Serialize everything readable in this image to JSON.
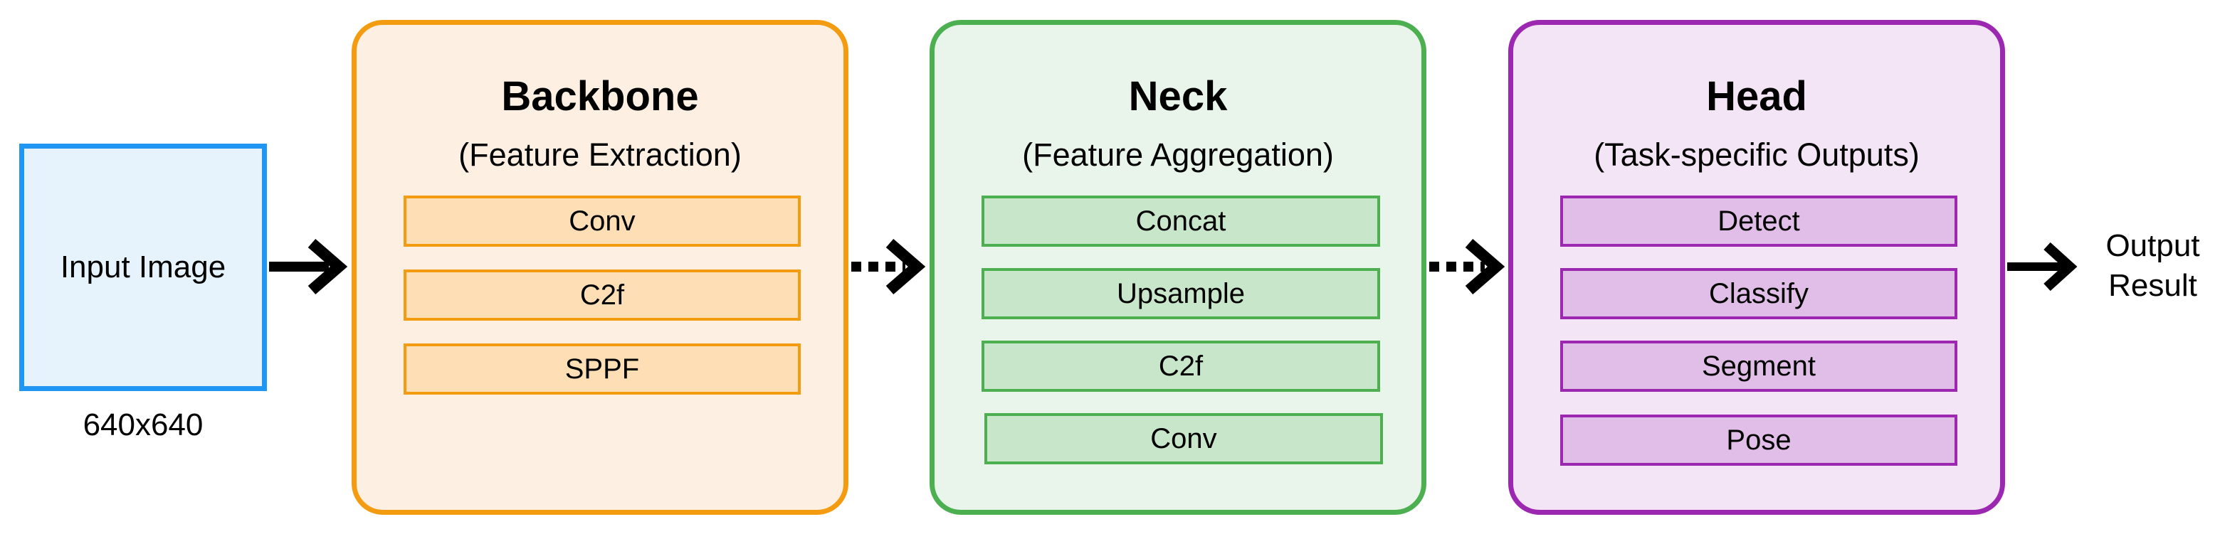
{
  "input": {
    "label": "Input Image",
    "size": "640x640"
  },
  "stages": [
    {
      "title": "Backbone",
      "subtitle": "(Feature Extraction)",
      "blocks": [
        "Conv",
        "C2f",
        "SPPF"
      ],
      "color": "#f39c12",
      "fill": "#fdf0e3"
    },
    {
      "title": "Neck",
      "subtitle": "(Feature Aggregation)",
      "blocks": [
        "Concat",
        "Upsample",
        "C2f",
        "Conv"
      ],
      "color": "#4caf50",
      "fill": "#e9f5ea"
    },
    {
      "title": "Head",
      "subtitle": "(Task-specific Outputs)",
      "blocks": [
        "Detect",
        "Classify",
        "Segment",
        "Pose"
      ],
      "color": "#9c27b0",
      "fill": "#f3e5f5"
    }
  ],
  "output": {
    "line1": "Output",
    "line2": "Result"
  },
  "connectors": [
    {
      "from": "input",
      "to": "backbone",
      "style": "solid"
    },
    {
      "from": "backbone",
      "to": "neck",
      "style": "dotted"
    },
    {
      "from": "neck",
      "to": "head",
      "style": "dotted"
    },
    {
      "from": "head",
      "to": "output",
      "style": "solid"
    }
  ]
}
